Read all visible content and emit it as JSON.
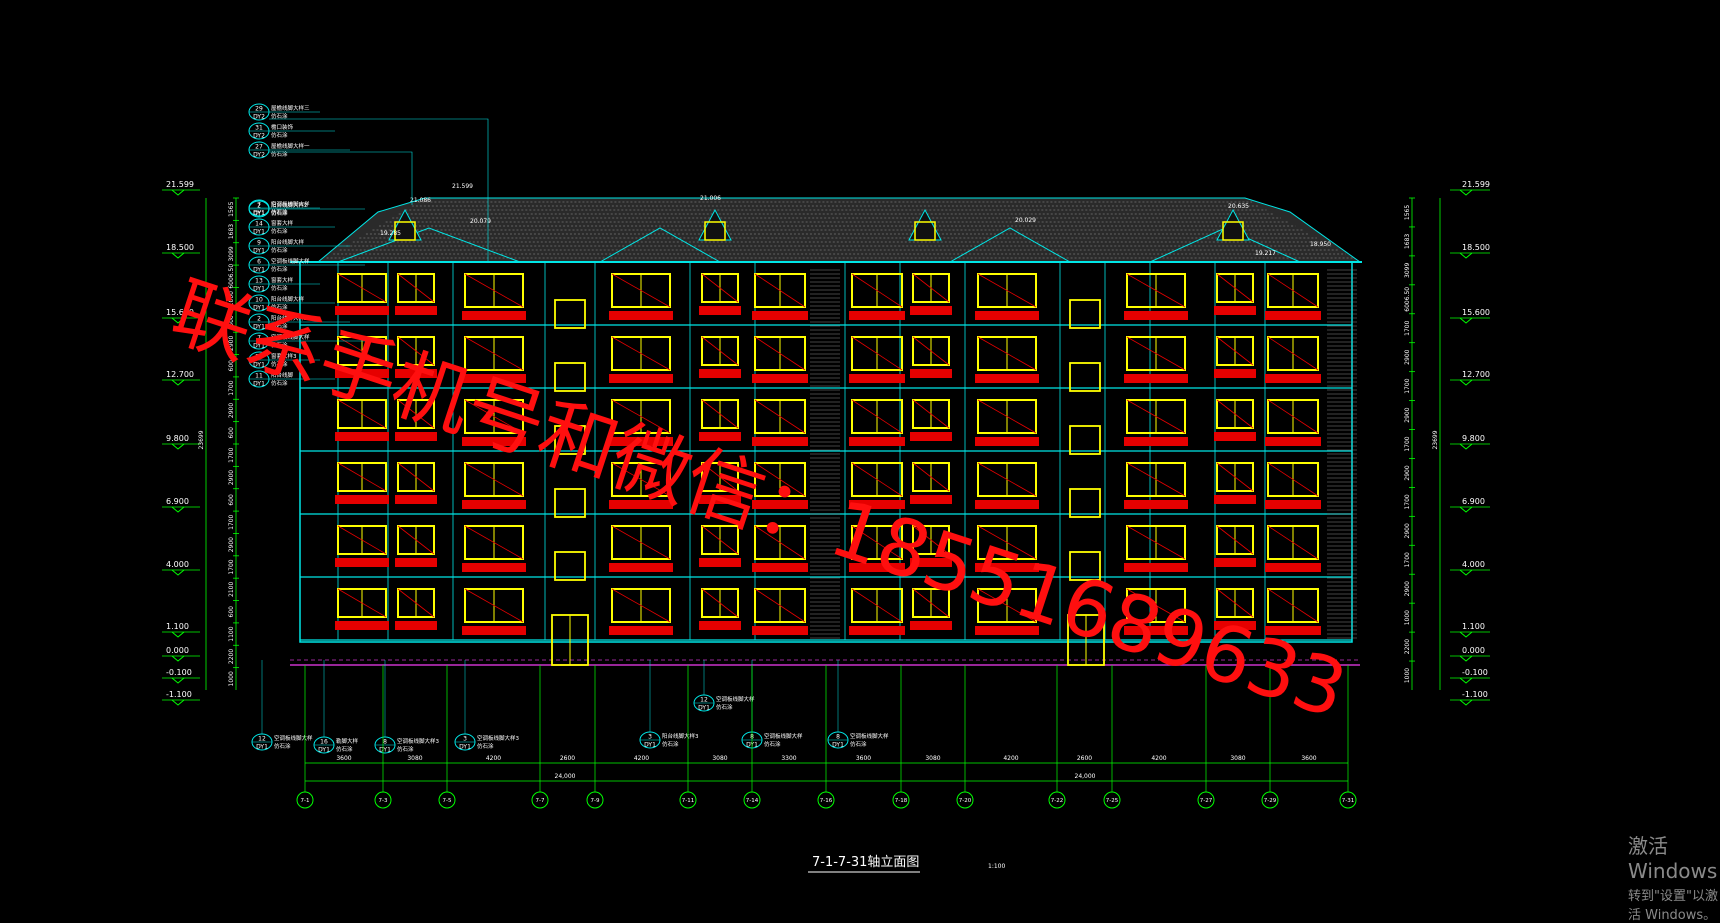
{
  "drawing": {
    "title": "7-1-7-31轴立面图",
    "scale": "1:100",
    "level_labels": [
      "21.599",
      "18.500",
      "15.600",
      "12.700",
      "9.800",
      "6.900",
      "4.000",
      "1.100",
      "0.000",
      "-0.100",
      "-1.100"
    ],
    "left_dims": [
      "1565",
      "1683",
      "3099",
      "6006.50",
      "1000",
      "600",
      "2900",
      "600",
      "1700",
      "2900",
      "600",
      "1700",
      "2900",
      "600",
      "1700",
      "2900",
      "1700",
      "2100",
      "600",
      "1100",
      "2200",
      "1000"
    ],
    "right_dims": [
      "1565",
      "1683",
      "3099",
      "6006.50",
      "1700",
      "2900",
      "1700",
      "2900",
      "1700",
      "2900",
      "1700",
      "2900",
      "1700",
      "2900",
      "1000",
      "2200",
      "1000"
    ],
    "total_height_dim": "23699",
    "roof_levels": [
      "21.599",
      "21.086",
      "20.079",
      "21.006",
      "20.635",
      "20.029",
      "19.285",
      "18.950",
      "19.217"
    ],
    "axis_labels": [
      "7-1",
      "7-3",
      "7-5",
      "7-7",
      "7-9",
      "7-11",
      "7-14",
      "7-16",
      "7-18",
      "7-20",
      "7-22",
      "7-25",
      "7-27",
      "7-29",
      "7-31"
    ],
    "bottom_dims": [
      "3600",
      "3080",
      "4200",
      "2600",
      "4200",
      "3080",
      "3300",
      "3600",
      "3080",
      "4200",
      "2600",
      "4200",
      "3080",
      "3600"
    ],
    "total_dims": [
      "24,000",
      "24,000"
    ],
    "left_notes": [
      {
        "num": "29",
        "code": "DY2",
        "text": "屋檐线脚大样三",
        "sub": "仿石涂"
      },
      {
        "num": "31",
        "code": "DY2",
        "text": "檐口装饰",
        "sub": "仿石涂"
      },
      {
        "num": "27",
        "code": "DY2",
        "text": "屋檐线脚大样一",
        "sub": "仿石涂"
      },
      {
        "num": "2",
        "code": "DY1",
        "text": "阳台线脚大样2",
        "sub": "仿石涂"
      },
      {
        "num": "7",
        "code": "DY1",
        "text": "空调板线脚大样",
        "sub": "仿石涂"
      },
      {
        "num": "14",
        "code": "DY1",
        "text": "窗套大样",
        "sub": "仿石涂"
      },
      {
        "num": "9",
        "code": "DY1",
        "text": "阳台线脚大样",
        "sub": "仿石涂"
      },
      {
        "num": "6",
        "code": "DY1",
        "text": "空调板线脚大样",
        "sub": "仿石涂"
      },
      {
        "num": "13",
        "code": "DY1",
        "text": "窗套大样",
        "sub": "仿石涂"
      },
      {
        "num": "10",
        "code": "DY1",
        "text": "阳台线脚大样",
        "sub": "仿石涂"
      },
      {
        "num": "2",
        "code": "DY1",
        "text": "阳台线脚大样2",
        "sub": "仿石涂"
      },
      {
        "num": "7",
        "code": "DY1",
        "text": "空调板线脚大样",
        "sub": "仿石涂"
      },
      {
        "num": "15",
        "code": "DY1",
        "text": "窗套大样3",
        "sub": "仿石涂"
      },
      {
        "num": "11",
        "code": "DY1",
        "text": "阳台线脚",
        "sub": "仿石涂"
      }
    ],
    "bottom_notes": [
      {
        "num": "12",
        "code": "DY1",
        "text": "空调板线脚大样",
        "sub": "仿石涂"
      },
      {
        "num": "16",
        "code": "DY1",
        "text": "勒脚大样",
        "sub": "仿石涂"
      },
      {
        "num": "8",
        "code": "DY1",
        "text": "空调板线脚大样3",
        "sub": "仿石涂"
      },
      {
        "num": "3",
        "code": "DY1",
        "text": "空调板线脚大样3",
        "sub": "仿石涂"
      },
      {
        "num": "3",
        "code": "DY1",
        "text": "阳台线脚大样3",
        "sub": "仿石涂"
      },
      {
        "num": "8",
        "code": "DY1",
        "text": "空调板线脚大样",
        "sub": "仿石涂"
      },
      {
        "num": "8",
        "code": "DY1",
        "text": "空调板线脚大样",
        "sub": "仿石涂"
      },
      {
        "num": "12",
        "code": "DY1",
        "text": "空调板线脚大样",
        "sub": "仿石涂"
      }
    ]
  },
  "watermark": "联系手机号和微信：18551689633",
  "activation": {
    "line1": "激活 Windows",
    "line2": "转到\"设置\"以激活 Windows。"
  },
  "colors": {
    "background": "#000000",
    "outline": "#00e6e6",
    "window": "#ffff00",
    "balcony": "#e60000",
    "grid": "#00ff00",
    "dim": "#ffffff",
    "roof": "#9a9a9a",
    "ground": "#cc33cc"
  }
}
